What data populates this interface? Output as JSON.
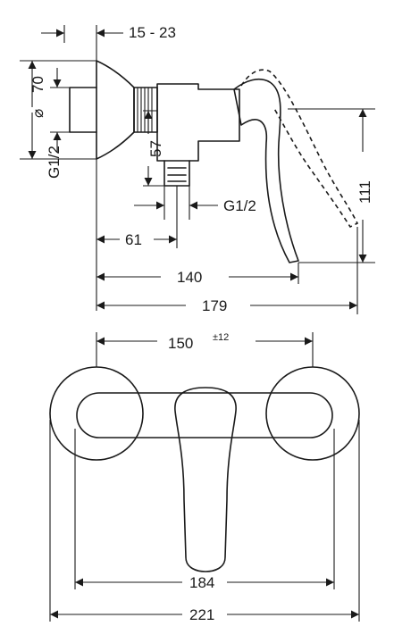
{
  "labels": {
    "dim_15_23": "15 - 23",
    "dim_70": "70",
    "dim_diameter": "⌀",
    "dim_g12_left": "G1/2",
    "dim_57": "57",
    "dim_g12_bottom": "G1/2",
    "dim_61": "61",
    "dim_140": "140",
    "dim_179": "179",
    "dim_111": "111",
    "dim_150": "150",
    "dim_150_tol": "±12",
    "dim_184": "184",
    "dim_221": "221"
  }
}
